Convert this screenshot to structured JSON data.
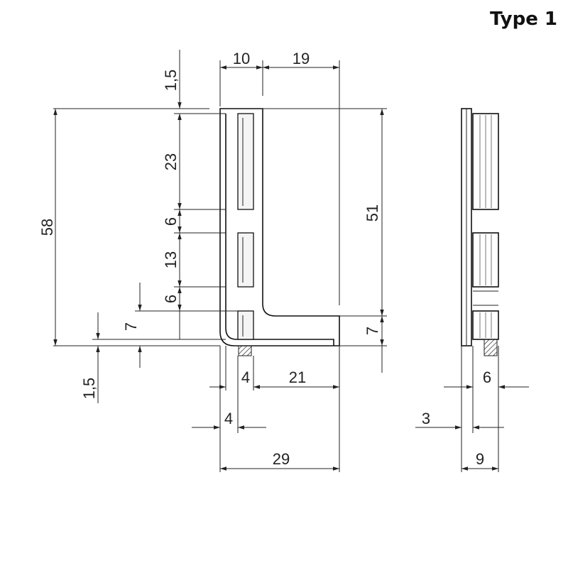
{
  "title": "Type 1",
  "dimensions": {
    "top_thickness": "1,5",
    "top_width_a": "10",
    "top_width_b": "19",
    "overall_height": "58",
    "slot1_height": "23",
    "gap1": "6",
    "slot2_height": "13",
    "gap2": "6",
    "bottom_slot": "7",
    "bottom_thickness": "1,5",
    "inner_height": "51",
    "foot_height": "7",
    "slot_width": "4",
    "foot_length": "21",
    "plate_offset": "4",
    "overall_width": "29",
    "side_slot_width": "6",
    "side_plate": "3",
    "side_width": "9"
  }
}
